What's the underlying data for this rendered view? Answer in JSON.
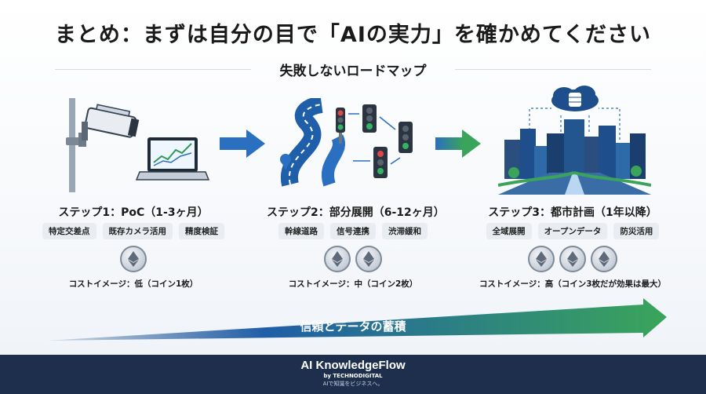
{
  "title": "まとめ：まずは自分の目で「AIの実力」を確かめてください",
  "subtitle": "失敗しないロードマップ",
  "steps": [
    {
      "title": "ステップ1：PoC（1-3ヶ月）",
      "tags": [
        "特定交差点",
        "既存カメラ活用",
        "精度検証"
      ],
      "coins": 1,
      "cost": "コストイメージ：低（コイン1枚）",
      "illustration": "camera-laptop"
    },
    {
      "title": "ステップ2：部分展開（6-12ヶ月）",
      "tags": [
        "幹線道路",
        "信号連携",
        "渋滞緩和"
      ],
      "coins": 2,
      "cost": "コストイメージ：中（コイン2枚）",
      "illustration": "road-traffic-lights"
    },
    {
      "title": "ステップ3：都市計画（1年以降）",
      "tags": [
        "全域展開",
        "オープンデータ",
        "防災活用"
      ],
      "coins": 3,
      "cost": "コストイメージ：高（コイン3枚だが効果は最大）",
      "illustration": "city-cloud"
    }
  ],
  "bottom_arrow_label": "信頼とデータの蓄積",
  "footer": {
    "brand": "AI KnowledgeFlow",
    "by": "by TECHNODIGITAL",
    "tagline": "AIで知識をビジネスへ。"
  },
  "colors": {
    "accent_blue": "#2a6fc0",
    "accent_green": "#3aa55a",
    "footer_bg": "#1d2f4d"
  }
}
